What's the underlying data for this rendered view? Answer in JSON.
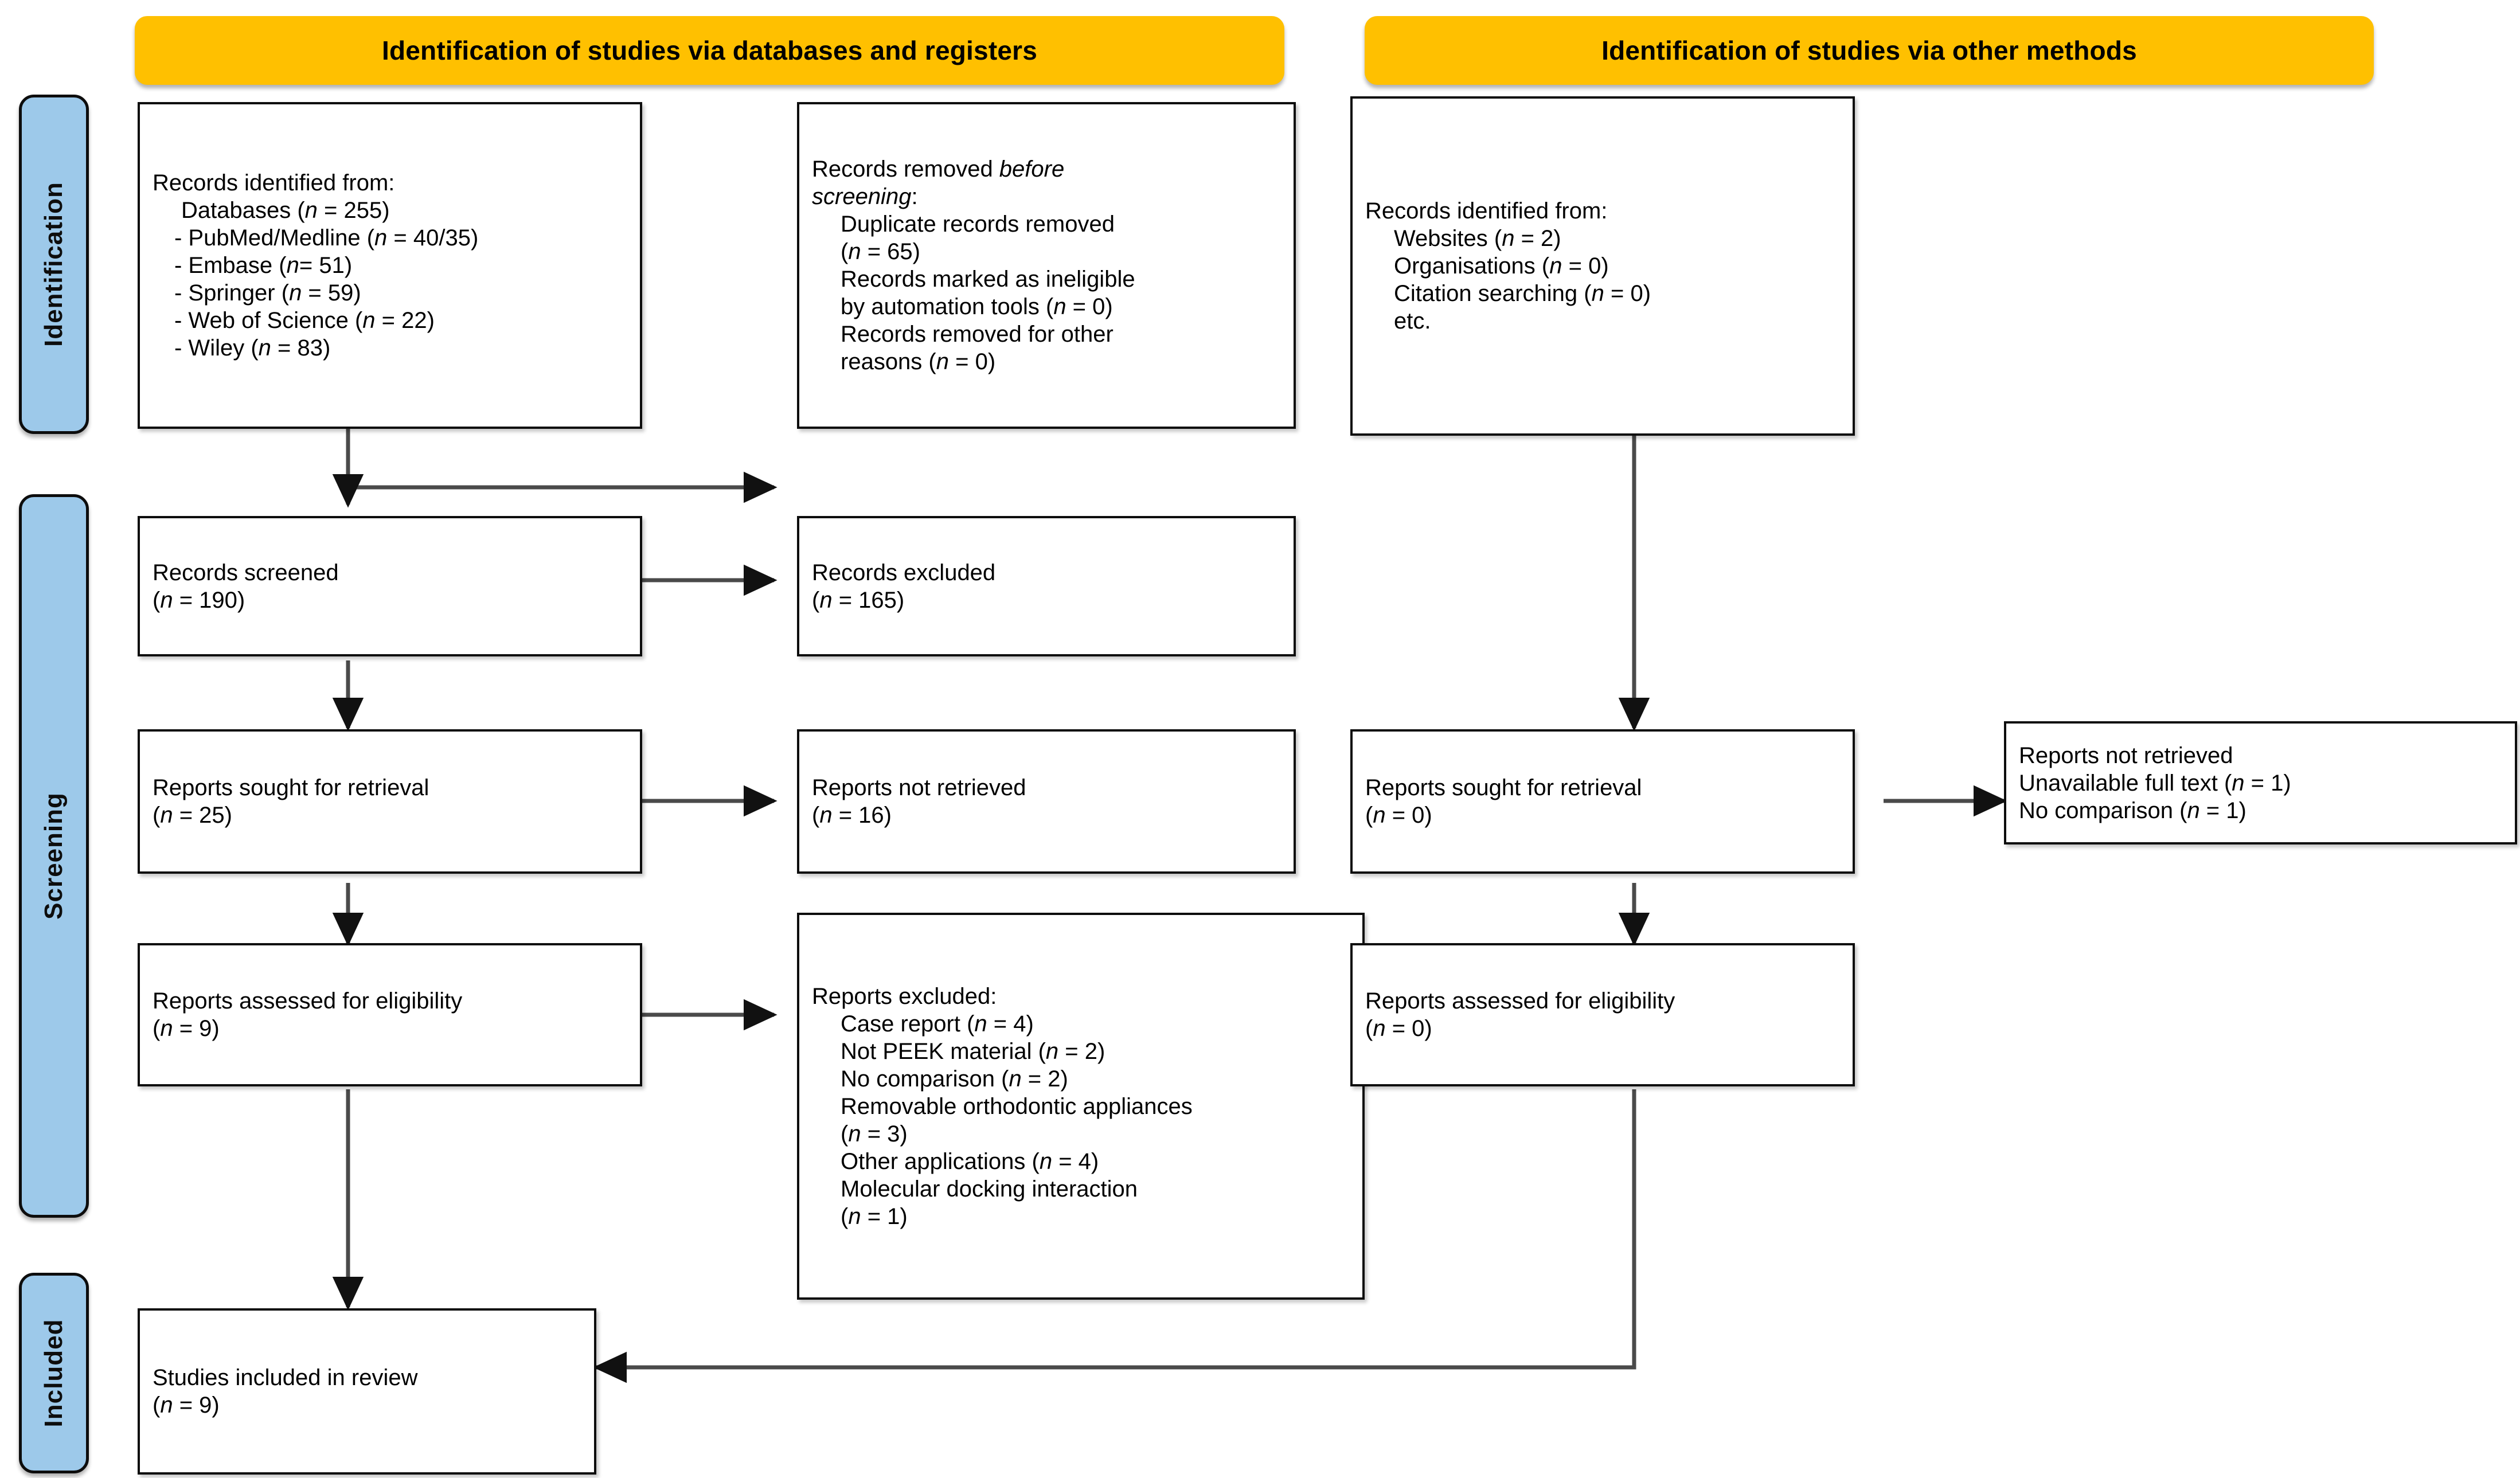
{
  "headers": {
    "databases": "Identification of studies via databases and registers",
    "other": "Identification of studies via other methods"
  },
  "stages": {
    "identification": "Identification",
    "screening": "Screening",
    "included": "Included"
  },
  "boxes": {
    "records_identified_db": {
      "title": "Records identified from:",
      "lines": [
        "Databases (n = 255)",
        "- PubMed/Medline (n = 40/35)",
        "- Embase (n= 51)",
        "- Springer (n = 59)",
        "- Web of Science (n = 22)",
        "- Wiley (n = 83)"
      ]
    },
    "records_removed": {
      "title_a": "Records removed ",
      "title_em": "before",
      "title_b": "screening",
      "title_c": ":",
      "lines": [
        "Duplicate records removed",
        "(n = 65)",
        "Records marked as ineligible",
        "by automation tools (n = 0)",
        "Records removed for other",
        "reasons (n = 0)"
      ]
    },
    "records_identified_other": {
      "title": "Records identified from:",
      "lines": [
        "Websites (n = 2)",
        "Organisations (n = 0)",
        "Citation searching (n = 0)",
        "etc."
      ]
    },
    "records_screened": {
      "line1": "Records screened",
      "line2": "(n = 190)"
    },
    "records_excluded": {
      "line1": "Records excluded",
      "line2": "(n = 165)"
    },
    "reports_sought_db": {
      "line1": "Reports sought for retrieval",
      "line2": "(n = 25)"
    },
    "reports_not_retrieved_db": {
      "line1": "Reports not retrieved",
      "line2": "(n = 16)"
    },
    "reports_sought_other": {
      "line1": "Reports sought for retrieval",
      "line2": "(n = 0)"
    },
    "reports_not_retrieved_other": {
      "line1": "Reports not retrieved",
      "line2": "Unavailable full text (n = 1)",
      "line3": "No comparison (n = 1)"
    },
    "reports_assessed_db": {
      "line1": "Reports assessed for eligibility",
      "line2": "(n = 9)"
    },
    "reports_assessed_other": {
      "line1": "Reports assessed for eligibility",
      "line2": "(n = 0)"
    },
    "reports_excluded": {
      "title": "Reports excluded:",
      "lines": [
        "Case report (n = 4)",
        "Not PEEK material (n = 2)",
        "No comparison (n = 2)",
        "Removable orthodontic appliances",
        "(n = 3)",
        "Other applications (n = 4)",
        "Molecular docking interaction",
        "(n = 1)"
      ]
    },
    "studies_included": {
      "line1": "Studies included in review",
      "line2": "(n = 9)"
    }
  },
  "colors": {
    "header_orange": "#FFC000",
    "stage_blue": "#9DC9EA",
    "box_border": "#0D0D0D",
    "connector": "#404040"
  }
}
